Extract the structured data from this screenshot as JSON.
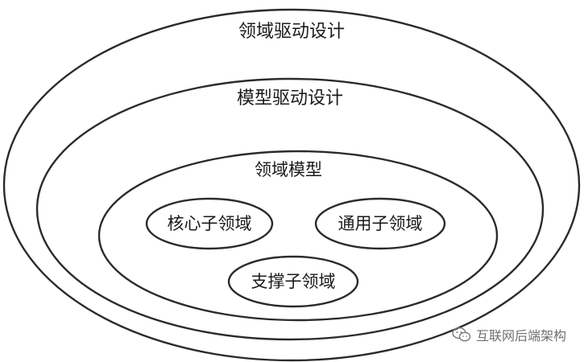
{
  "diagram": {
    "outer_label": "领域驱动设计",
    "middle_label": "模型驱动设计",
    "inner_label": "领域模型",
    "subdomains": {
      "core": "核心子领域",
      "generic": "通用子领域",
      "supporting": "支撑子领域"
    }
  },
  "watermark": {
    "icon": "wechat-icon",
    "text": "互联网后端架构"
  }
}
